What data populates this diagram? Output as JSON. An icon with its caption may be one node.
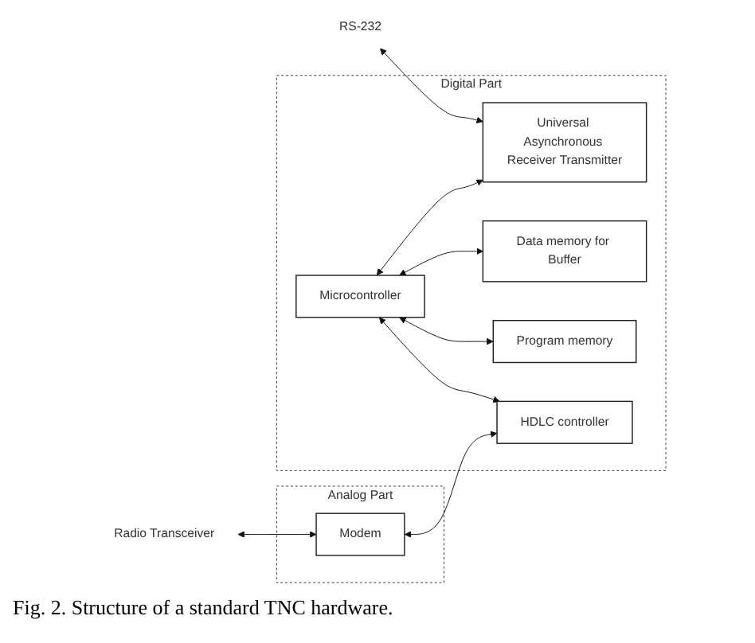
{
  "diagram": {
    "caption": "Fig. 2.   Structure of a standard TNC hardware.",
    "nodes": [
      {
        "text": [
          "Digital Part"
        ]
      },
      {
        "text": [
          "Universal Asynchronous Receiver Transmitter"
        ],
        "in": 0
      },
      {
        "text": [
          "Data memory for Buffer"
        ],
        "in": 0
      },
      {
        "text": [
          "Program memory"
        ],
        "in": 0
      },
      {
        "text": [
          "HDLC controller"
        ],
        "in": 0
      },
      {
        "text": [
          "Microcontroller"
        ],
        "in": 0
      },
      {
        "text": [
          "Analog Part"
        ]
      },
      {
        "text": [
          "Modem"
        ],
        "in": 6
      },
      {
        "text": [
          "RS-232"
        ]
      },
      {
        "text": [
          "Radio Transceiver"
        ]
      }
    ],
    "edges": [
      {
        "from": 8,
        "to": 1,
        "arrow": "both"
      },
      {
        "from": 5,
        "to": 1,
        "arrow": "both"
      },
      {
        "from": 5,
        "to": 2,
        "arrow": "both"
      },
      {
        "from": 5,
        "to": 3,
        "arrow": "both"
      },
      {
        "from": 5,
        "to": 4,
        "arrow": "both"
      },
      {
        "from": 9,
        "to": 7,
        "arrow": "both"
      },
      {
        "from": 7,
        "to": 4,
        "arrow": "both"
      }
    ]
  }
}
